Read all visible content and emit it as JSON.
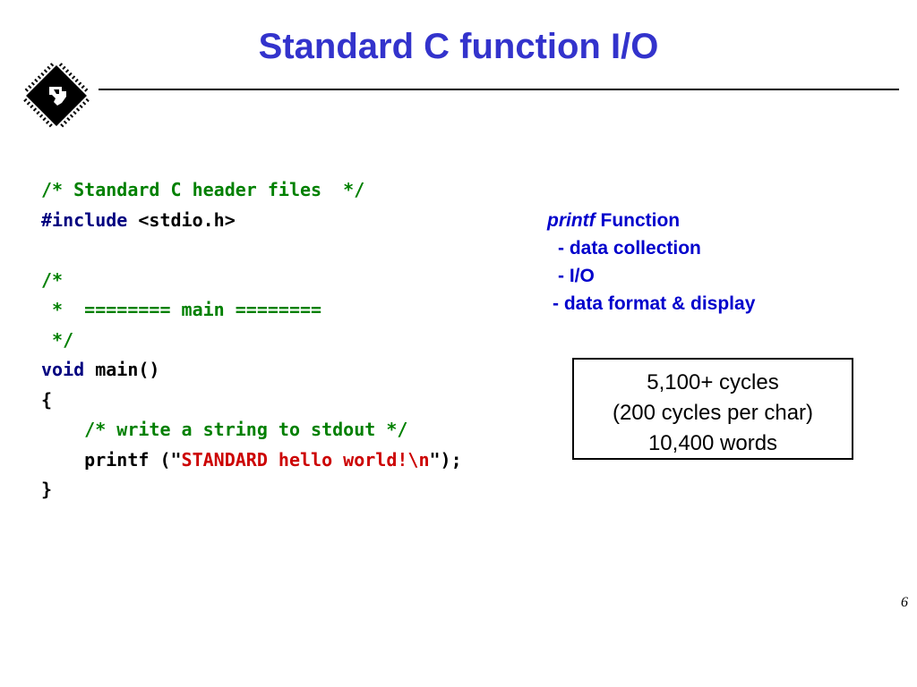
{
  "slide": {
    "title": "Standard C function I/O",
    "page_number": "6",
    "logo_icon": "ti-chip-logo-icon"
  },
  "code": {
    "lines": [
      {
        "parts": [
          {
            "text": "/* Standard C header files  */",
            "style": "comment"
          }
        ]
      },
      {
        "parts": [
          {
            "text": "#include",
            "style": "keyword"
          },
          {
            "text": " <stdio.h>",
            "style": "plain"
          }
        ]
      },
      {
        "parts": [
          {
            "text": "",
            "style": "plain"
          }
        ]
      },
      {
        "parts": [
          {
            "text": "/*",
            "style": "comment"
          }
        ]
      },
      {
        "parts": [
          {
            "text": " *  ======== main ========",
            "style": "comment"
          }
        ]
      },
      {
        "parts": [
          {
            "text": " */",
            "style": "comment"
          }
        ]
      },
      {
        "parts": [
          {
            "text": "void",
            "style": "keyword"
          },
          {
            "text": " main()",
            "style": "plain"
          }
        ]
      },
      {
        "parts": [
          {
            "text": "{",
            "style": "plain"
          }
        ]
      },
      {
        "parts": [
          {
            "text": "    /* write a string to stdout */",
            "style": "comment"
          }
        ]
      },
      {
        "parts": [
          {
            "text": "    printf (\"",
            "style": "plain"
          },
          {
            "text": "STANDARD hello world!\\n",
            "style": "string"
          },
          {
            "text": "\");",
            "style": "plain"
          }
        ]
      },
      {
        "parts": [
          {
            "text": "}",
            "style": "plain"
          }
        ]
      }
    ]
  },
  "description": {
    "heading_italic": "printf",
    "heading_rest": " Function",
    "bullets": [
      "- data collection",
      "- I/O",
      "- data format & display"
    ]
  },
  "stats": {
    "cycles": "5,100+ cycles",
    "per_char": "(200 cycles per char)",
    "words": "10,400 words"
  },
  "colors": {
    "title": "#3333cc",
    "comment": "#008000",
    "keyword": "#000080",
    "string": "#cc0000",
    "bullets": "#0000cc"
  }
}
